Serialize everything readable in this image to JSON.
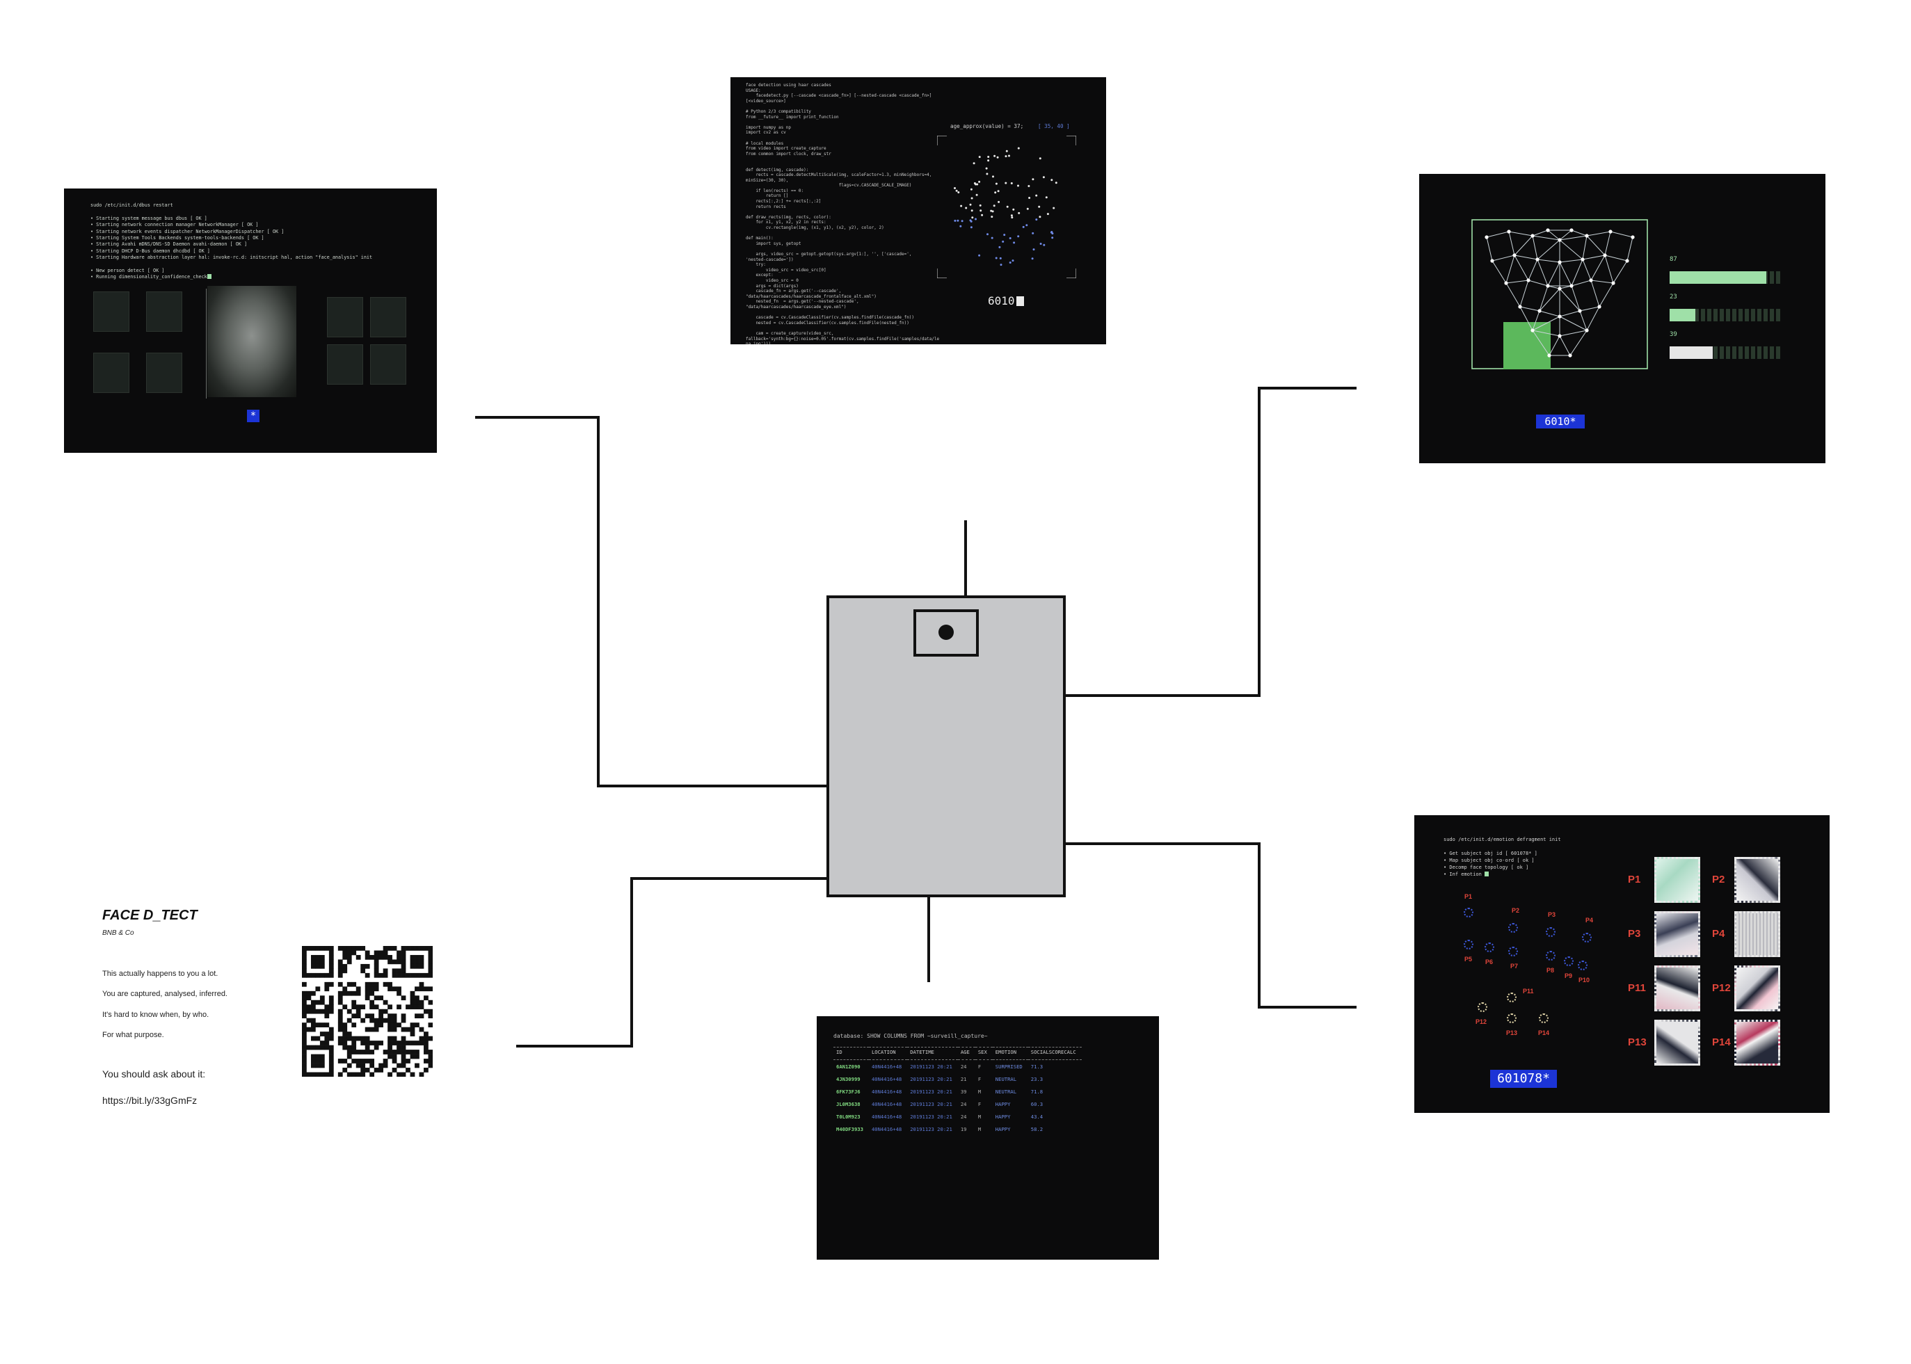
{
  "terminal_boot": {
    "command": "sudo /etc/init.d/dbus restart",
    "lines": [
      "• Starting system message bus dbus [ OK ]",
      "• Starting network connection manager NetworkManager [ OK ]",
      "• Starting network events dispatcher NetworkManagerDispatcher [ OK ]",
      "• Starting System Tools Backends system-tools-backends [ OK ]",
      "• Starting Avahi mDNS/DNS-SD Daemon avahi-daemon [ OK ]",
      "• Starting DHCP D-Bus daemon dhcdbd [ OK ]",
      "• Starting Hardware abstraction layer hal: invoke-rc.d: initscript hal, action \"face_analysis\" init"
    ],
    "detect_line": "• New person detect [ OK ]",
    "running_line": "• Running dimensionality_confidence_check",
    "badge": "*"
  },
  "code_screen": {
    "code": "face detection using haar cascades\nUSAGE:\n    facedetect.py [--cascade <cascade_fn>] [--nested-cascade <cascade_fn>]\n[<video_source>]\n\n# Python 2/3 compatibility\nfrom __future__ import print_function\n\nimport numpy as np\nimport cv2 as cv\n\n# local modules\nfrom video import create_capture\nfrom common import clock, draw_str\n\n\ndef detect(img, cascade):\n    rects = cascade.detectMultiScale(img, scaleFactor=1.3, minNeighbors=4,\nminSize=(30, 30),\n                                     flags=cv.CASCADE_SCALE_IMAGE)\n    if len(rects) == 0:\n        return []\n    rects[:,2:] += rects[:,:2]\n    return rects\n\ndef draw_rects(img, rects, color):\n    for x1, y1, x2, y2 in rects:\n        cv.rectangle(img, (x1, y1), (x2, y2), color, 2)\n\ndef main():\n    import sys, getopt\n\n    args, video_src = getopt.getopt(sys.argv[1:], '', ['cascade=',\n'nested-cascade='])\n    try:\n        video_src = video_src[0]\n    except:\n        video_src = 0\n    args = dict(args)\n    cascade_fn = args.get('--cascade',\n\"data/haarcascades/haarcascade_frontalface_alt.xml\")\n    nested_fn  = args.get('--nested-cascade',\n\"data/haarcascades/haarcascade_eye.xml\")\n\n    cascade = cv.CascadeClassifier(cv.samples.findFile(cascade_fn))\n    nested = cv.CascadeClassifier(cv.samples.findFile(nested_fn))\n\n    cam = create_capture(video_src,\nfallback='synth:bg={}:noise=0.05'.format(cv.samples.findFile('samples/data/le\nna.jpg')))\n\n    while True:\n        _ret, img = cam.read()\n        gray = cv.cvtColor(img, cv.COLOR_BGR2GRAY)",
    "age_label": "age_approx(value) = 37;",
    "range_label": "[ 35, 40 ]",
    "id_label": "6010"
  },
  "mesh_screen": {
    "bars": [
      {
        "label": "87",
        "value": 0.87,
        "color": "#9fe0a8"
      },
      {
        "label": "23",
        "value": 0.23,
        "color": "#9fe0a8"
      },
      {
        "label": "39",
        "value": 0.39,
        "color": "#e6e6e6"
      }
    ],
    "id_badge": "6010*"
  },
  "emotion_screen": {
    "command": "sudo /etc/init.d/emotion defragment init",
    "lines": [
      "• Get subject obj id [ 601078* ]",
      "• Map subject obj co-ord [ ok ]",
      "• Decomp face topology [ ok ]",
      "• Inf emotion"
    ],
    "points": [
      "P1",
      "P2",
      "P3",
      "P4",
      "P5",
      "P6",
      "P7",
      "P8",
      "P9",
      "P10",
      "P11",
      "P12",
      "P13",
      "P14"
    ],
    "tiles": [
      "P1",
      "P2",
      "P3",
      "P4",
      "P11",
      "P12",
      "P13",
      "P14"
    ],
    "id_badge": "601078*"
  },
  "table_screen": {
    "query": "database: SHOW COLUMNS FROM ~surveill_capture~",
    "columns": [
      "ID",
      "LOCATION",
      "DATETIME",
      "AGE",
      "SEX",
      "EMOTION",
      "SOCIALSCORECALC"
    ],
    "rows": [
      [
        "6AN1Z090",
        "40N4416+48",
        "20191123 20:21",
        "24",
        "F",
        "SURPRISED",
        "71.3"
      ],
      [
        "4JN30999",
        "40N4416+48",
        "20191123 20:21",
        "21",
        "F",
        "NEUTRAL",
        "23.3"
      ],
      [
        "6FK73FJ6",
        "40N4416+48",
        "20191123 20:21",
        "39",
        "M",
        "NEUTRAL",
        "71.8"
      ],
      [
        "JL0M3638",
        "40N4416+48",
        "20191123 20:21",
        "24",
        "F",
        "HAPPY",
        "60.3"
      ],
      [
        "T0L0M923",
        "40N4416+48",
        "20191123 20:21",
        "24",
        "M",
        "HAPPY",
        "43.4"
      ],
      [
        "M40DF3933",
        "40N4416+48",
        "20191123 20:21",
        "19",
        "M",
        "HAPPY",
        "58.2"
      ]
    ]
  },
  "info": {
    "title": "FACE D_TECT",
    "subtitle": "BNB & Co",
    "paragraphs": [
      "This actually happens to you a lot.",
      "You are captured, analysed, inferred.",
      "It's hard to know when, by who.",
      "For what purpose."
    ],
    "cta": "You should ask about it:",
    "url": "https://bit.ly/33gGmFz"
  },
  "colors": {
    "device_body": "#c6c7c9",
    "screen_bg": "#0b0b0c",
    "accent_blue": "#1c34d6",
    "accent_green": "#6cc36c",
    "point_red": "#e0453a"
  }
}
